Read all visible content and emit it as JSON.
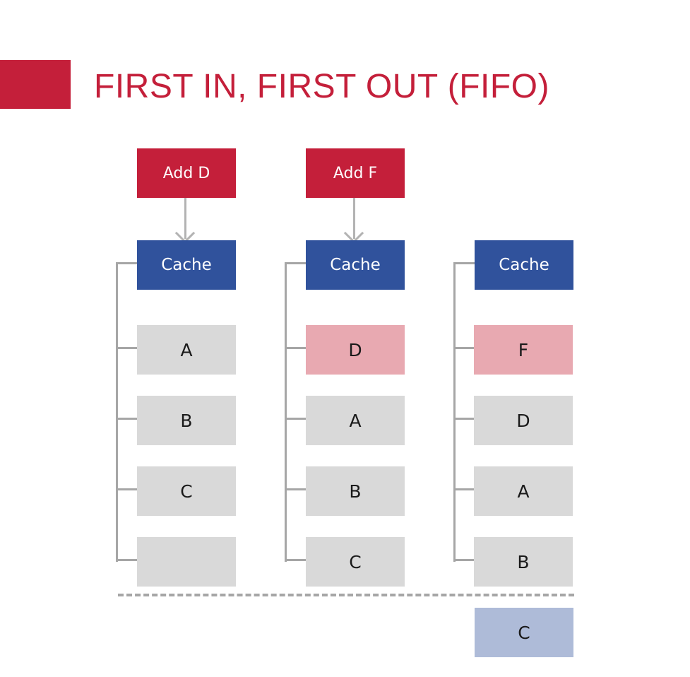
{
  "title": "FIRST IN, FIRST OUT (FIFO)",
  "colors": {
    "accent_red": "#c41f3a",
    "cache_blue": "#30529c",
    "slot_gray": "#d9d9d9",
    "new_item_pink": "#e8a9b1",
    "evicted_blue": "#aebbd8"
  },
  "columns": [
    {
      "action": "Add D",
      "cache_label": "Cache",
      "slots": [
        "A",
        "B",
        "C",
        ""
      ]
    },
    {
      "action": "Add F",
      "cache_label": "Cache",
      "slots": [
        "D",
        "A",
        "B",
        "C"
      ]
    },
    {
      "action": "",
      "cache_label": "Cache",
      "slots": [
        "F",
        "D",
        "A",
        "B"
      ],
      "evicted": "C"
    }
  ]
}
